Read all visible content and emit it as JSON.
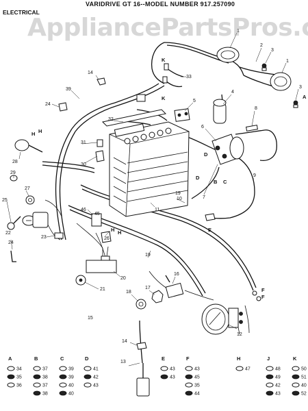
{
  "header": {
    "title": "VARIDRIVE GT 16--MODEL NUMBER 917.257090",
    "section": "ELECTRICAL"
  },
  "watermark": "AppliancePartsPros.com",
  "callouts": [
    {
      "id": "c1a",
      "text": "1"
    },
    {
      "id": "c1b",
      "text": "1"
    },
    {
      "id": "c2",
      "text": "2"
    },
    {
      "id": "c3a",
      "text": "3"
    },
    {
      "id": "c3b",
      "text": "3"
    },
    {
      "id": "c4",
      "text": "4"
    },
    {
      "id": "c5",
      "text": "5"
    },
    {
      "id": "c6",
      "text": "6"
    },
    {
      "id": "c7",
      "text": "7"
    },
    {
      "id": "c8",
      "text": "8"
    },
    {
      "id": "c9",
      "text": "9"
    },
    {
      "id": "c10",
      "text": "10"
    },
    {
      "id": "c11",
      "text": "11"
    },
    {
      "id": "c12",
      "text": "12"
    },
    {
      "id": "c13",
      "text": "13"
    },
    {
      "id": "c14a",
      "text": "14"
    },
    {
      "id": "c14b",
      "text": "14"
    },
    {
      "id": "c15",
      "text": "15"
    },
    {
      "id": "c16",
      "text": "16"
    },
    {
      "id": "c17",
      "text": "17"
    },
    {
      "id": "c18",
      "text": "18"
    },
    {
      "id": "c19",
      "text": "19"
    },
    {
      "id": "c20",
      "text": "20"
    },
    {
      "id": "c21",
      "text": "21"
    },
    {
      "id": "c22",
      "text": "22"
    },
    {
      "id": "c23",
      "text": "23"
    },
    {
      "id": "c24a",
      "text": "24"
    },
    {
      "id": "c24b",
      "text": "24"
    },
    {
      "id": "c25",
      "text": "25"
    },
    {
      "id": "c26",
      "text": "26"
    },
    {
      "id": "c27",
      "text": "27"
    },
    {
      "id": "c28",
      "text": "28"
    },
    {
      "id": "c29",
      "text": "29"
    },
    {
      "id": "c30",
      "text": "30"
    },
    {
      "id": "c31",
      "text": "31"
    },
    {
      "id": "c32",
      "text": "32"
    },
    {
      "id": "c33",
      "text": "33"
    },
    {
      "id": "c39",
      "text": "39"
    },
    {
      "id": "c45",
      "text": "45"
    },
    {
      "id": "c46",
      "text": "46"
    },
    {
      "id": "c19b",
      "text": "19"
    }
  ],
  "letters": [
    {
      "id": "la1",
      "text": "A"
    },
    {
      "id": "lk1",
      "text": "K"
    },
    {
      "id": "lk2",
      "text": "K"
    },
    {
      "id": "lh1",
      "text": "H"
    },
    {
      "id": "lh2",
      "text": "H"
    },
    {
      "id": "lh3",
      "text": "H"
    },
    {
      "id": "lh4",
      "text": "H"
    },
    {
      "id": "ld1",
      "text": "D"
    },
    {
      "id": "ld2",
      "text": "D"
    },
    {
      "id": "lc1",
      "text": "C"
    },
    {
      "id": "lb1",
      "text": "B"
    },
    {
      "id": "le1",
      "text": "E"
    },
    {
      "id": "lf1",
      "text": "F"
    },
    {
      "id": "lf2",
      "text": "F"
    }
  ],
  "legend": {
    "columns": [
      {
        "key": "A",
        "items": [
          "34",
          "35",
          "36"
        ]
      },
      {
        "key": "B",
        "items": [
          "37",
          "38",
          "37",
          "38"
        ]
      },
      {
        "key": "C",
        "items": [
          "39",
          "39",
          "40",
          "40"
        ]
      },
      {
        "key": "D",
        "items": [
          "41",
          "42",
          "43"
        ]
      },
      {
        "key": "E",
        "items": [
          "43",
          "43"
        ]
      },
      {
        "key": "F",
        "items": [
          "43",
          "45",
          "35",
          "44"
        ]
      },
      {
        "key": "H",
        "items": [
          "47"
        ]
      },
      {
        "key": "J",
        "items": [
          "48",
          "49",
          "42",
          "43"
        ]
      },
      {
        "key": "K",
        "items": [
          "50",
          "51",
          "40",
          "52"
        ]
      }
    ]
  }
}
